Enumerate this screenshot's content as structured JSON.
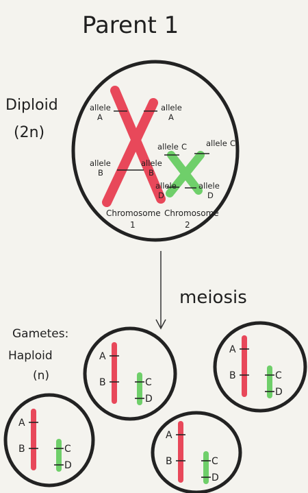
{
  "title": "Parent 1",
  "diploid_label": {
    "line1": "Diploid",
    "line2": "(2n)"
  },
  "meiosis_label": "meiosis",
  "gametes_label": {
    "line1": "Gametes:",
    "line2": "Haploid",
    "line3": "(n)"
  },
  "parent_cell": {
    "chromosome_1": {
      "color": "#e8485a",
      "alleles": [
        {
          "word": "allele",
          "letter": "A"
        },
        {
          "word": "allele",
          "letter": "A"
        },
        {
          "word": "allele",
          "letter": "B"
        },
        {
          "word": "allele",
          "letter": "B"
        }
      ],
      "label": {
        "word": "Chromosome",
        "number": "1"
      }
    },
    "chromosome_2": {
      "color": "#6fcf6a",
      "alleles": [
        {
          "word": "allele",
          "letter": "C"
        },
        {
          "word": "allele",
          "letter": "C"
        },
        {
          "word": "allele",
          "letter": "D"
        },
        {
          "word": "allele",
          "letter": "D"
        }
      ],
      "label": {
        "word": "Chromosome",
        "number": "2"
      }
    }
  },
  "gametes": [
    {
      "labels": [
        "A",
        "B",
        "C",
        "D"
      ]
    },
    {
      "labels": [
        "A",
        "B",
        "C",
        "D"
      ]
    },
    {
      "labels": [
        "A",
        "B",
        "C",
        "D"
      ]
    },
    {
      "labels": [
        "A",
        "B",
        "C",
        "D"
      ]
    }
  ]
}
